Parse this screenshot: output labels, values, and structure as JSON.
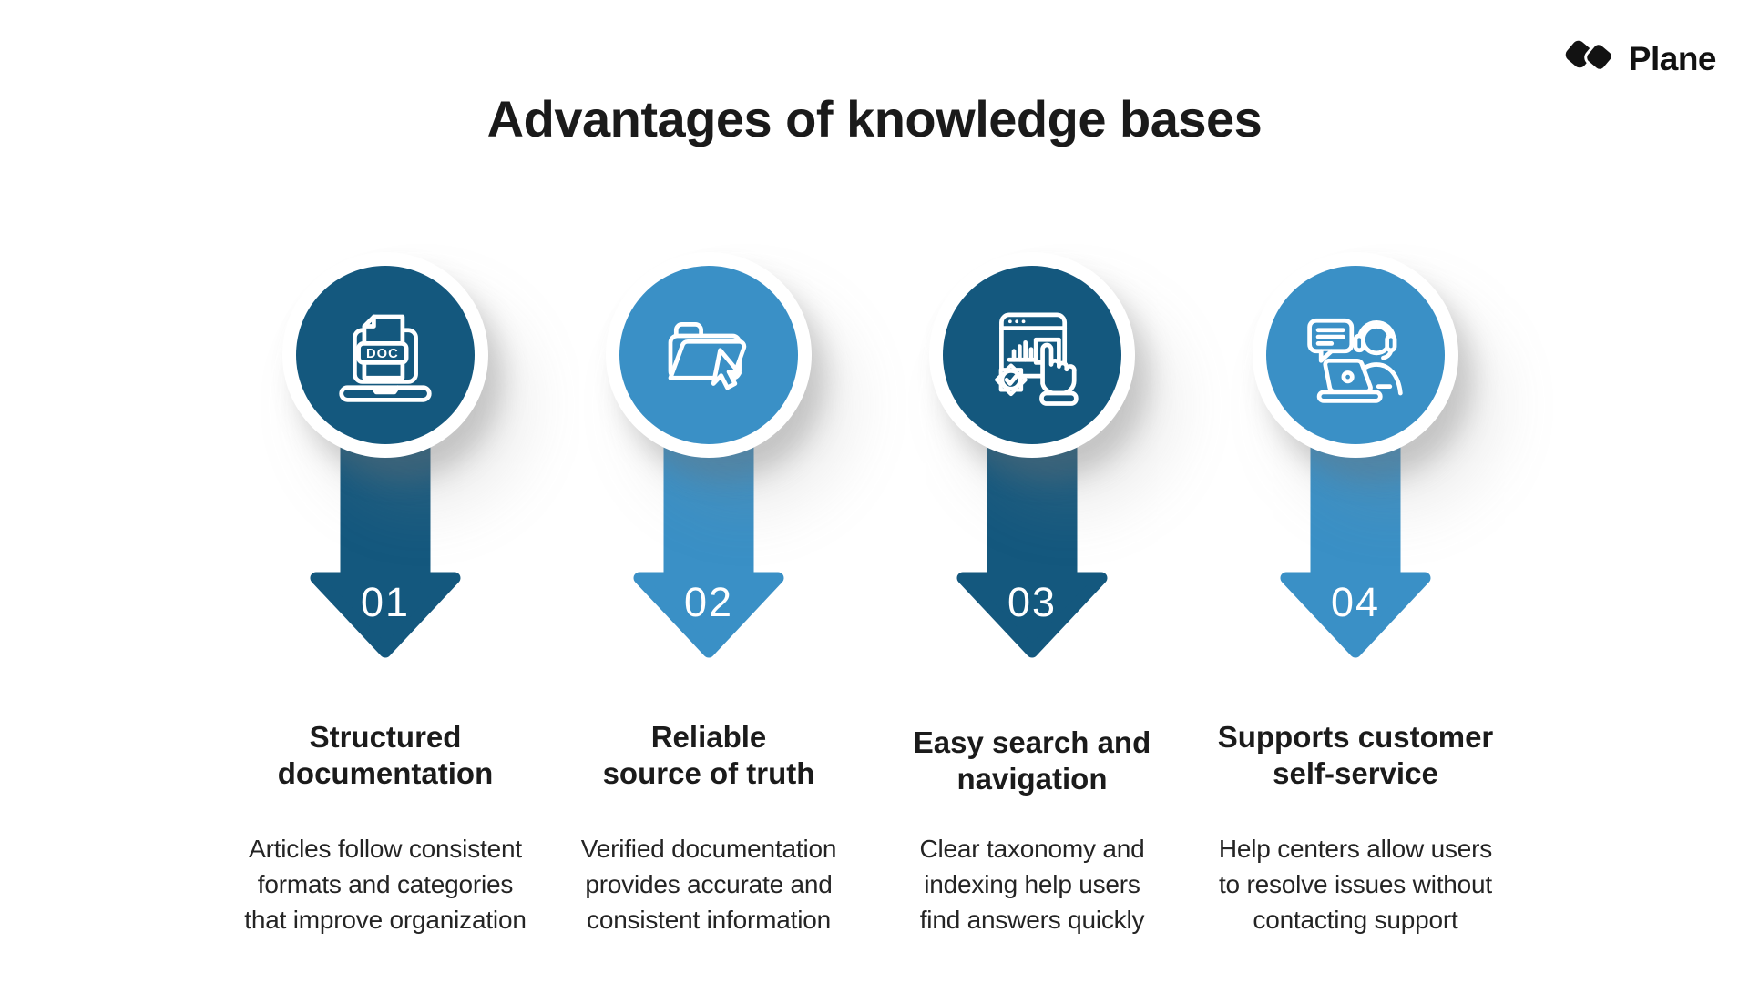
{
  "brand": {
    "name": "Plane"
  },
  "title": "Advantages of knowledge bases",
  "colors": {
    "dark_blue": "#14587E",
    "light_blue": "#3A90C6",
    "text": "#1B1B1B",
    "background": "#FFFFFF",
    "icon_stroke": "#FFFFFF",
    "logo": "#121212"
  },
  "columns": [
    {
      "number": "01",
      "accent": "dark-blue",
      "icon": "document-laptop-icon",
      "icon_label": "DOC",
      "heading": "Structured\ndocumentation",
      "description": "Articles follow consistent\nformats and categories\nthat improve organization"
    },
    {
      "number": "02",
      "accent": "light-blue",
      "icon": "folder-cursor-icon",
      "heading": "Reliable\nsource of truth",
      "description": "Verified documentation\nprovides accurate and\nconsistent information"
    },
    {
      "number": "03",
      "accent": "dark-blue",
      "icon": "search-navigation-icon",
      "heading": "Easy search and\nnavigation",
      "description": "Clear taxonomy and\nindexing help users\nfind answers quickly"
    },
    {
      "number": "04",
      "accent": "light-blue",
      "icon": "customer-support-icon",
      "heading": "Supports customer\nself-service",
      "description": "Help centers allow users\nto resolve issues without\ncontacting support"
    }
  ]
}
